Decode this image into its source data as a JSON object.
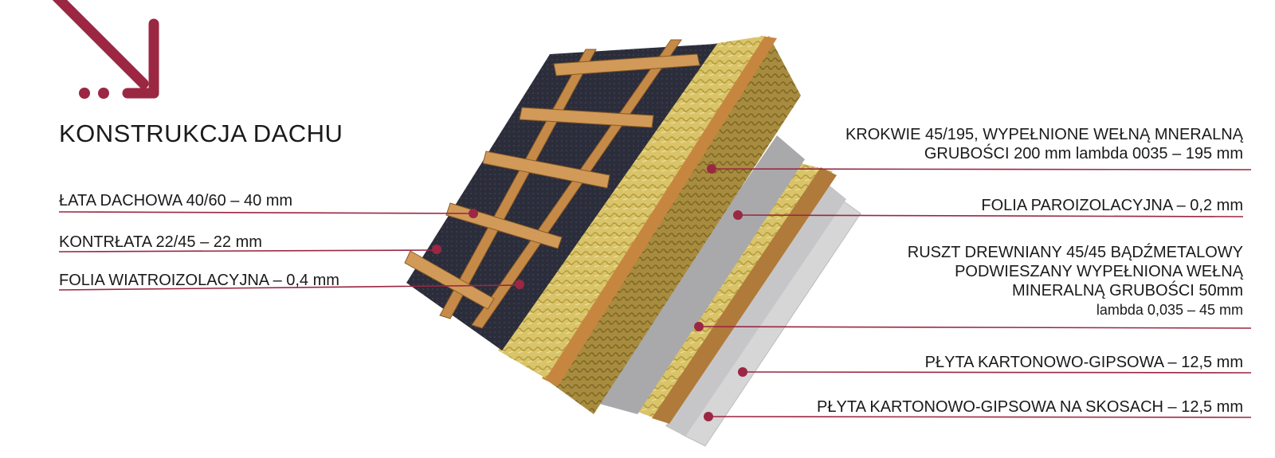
{
  "title": "KONSTRUKCJA DACHU",
  "accent_color": "#9b2743",
  "icons": {
    "arrow": "arrow-down-right-icon"
  },
  "left_labels": [
    "ŁATA DACHOWA 40/60 – 40 mm",
    "KONTRŁATA 22/45 – 22 mm",
    "FOLIA WIATROIZOLACYJNA – 0,4 mm"
  ],
  "right_labels": [
    {
      "lines": [
        "KROKWIE 45/195, WYPEŁNIONE WEŁNĄ MNERALNĄ",
        "GRUBOŚCI 200 mm lambda 0035 – 195 mm"
      ]
    },
    {
      "lines": [
        "FOLIA PAROIZOLACYJNA – 0,2 mm"
      ]
    },
    {
      "lines": [
        "RUSZT DREWNIANY 45/45 BĄDŹMETALOWY",
        "PODWIESZANY WYPEŁNIONA WEŁNĄ",
        "MINERALNĄ GRUBOŚCI 50mm",
        "lambda 0,035 – 45 mm"
      ]
    },
    {
      "lines": [
        "PŁYTA KARTONOWO-GIPSOWA – 12,5 mm"
      ]
    },
    {
      "lines": [
        "PŁYTA KARTONOWO-GIPSOWA NA SKOSACH – 12,5 mm"
      ]
    }
  ]
}
